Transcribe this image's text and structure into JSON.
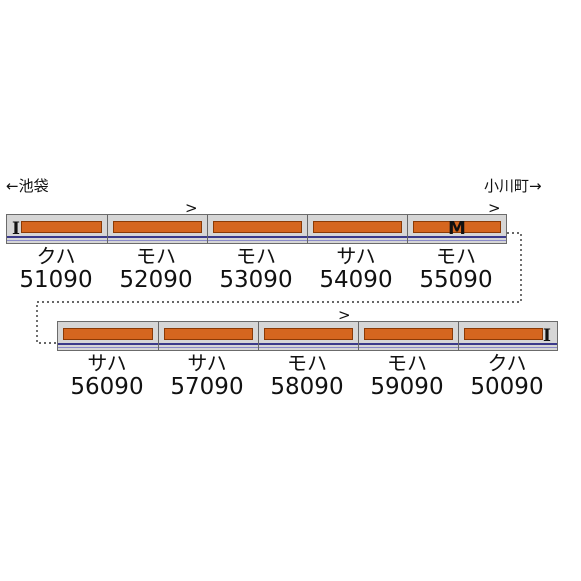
{
  "direction_left": "←池袋",
  "direction_right": "小川町→",
  "motor_mark": "M",
  "end_mark": "I",
  "direction_chevron": ">",
  "row1": [
    {
      "type": "クハ",
      "number": "51090"
    },
    {
      "type": "モハ",
      "number": "52090"
    },
    {
      "type": "モハ",
      "number": "53090"
    },
    {
      "type": "サハ",
      "number": "54090"
    },
    {
      "type": "モハ",
      "number": "55090"
    }
  ],
  "row2": [
    {
      "type": "サハ",
      "number": "56090"
    },
    {
      "type": "サハ",
      "number": "57090"
    },
    {
      "type": "モハ",
      "number": "58090"
    },
    {
      "type": "モハ",
      "number": "59090"
    },
    {
      "type": "クハ",
      "number": "50090"
    }
  ],
  "colors": {
    "body": "#d6d6d6",
    "window": "#d5661f",
    "stripe": "#3b3a8a"
  }
}
